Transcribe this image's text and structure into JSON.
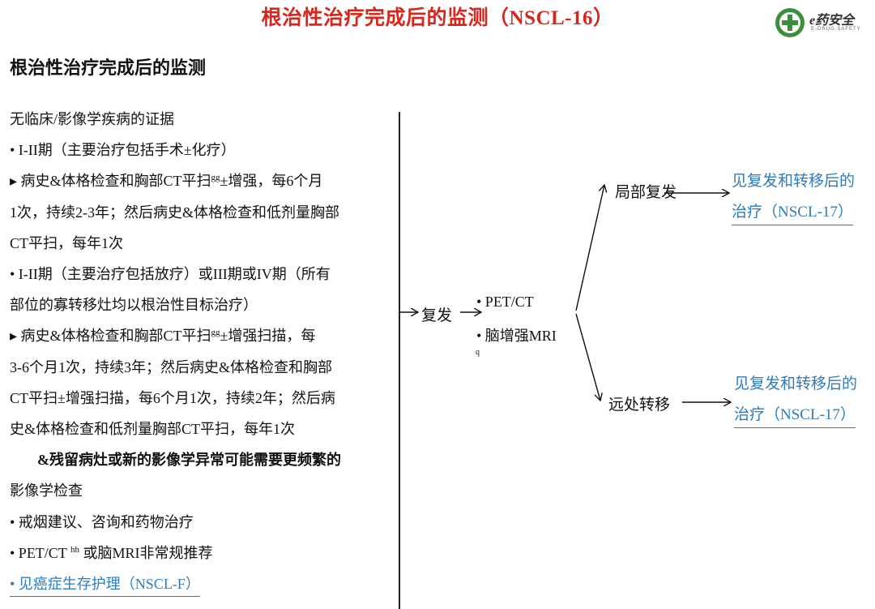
{
  "header": {
    "title": "根治性治疗完成后的监测（NSCL-16）",
    "logo_text": "e药安全",
    "logo_sub": "E-DRUG SAFETY"
  },
  "subtitle": "根治性治疗完成后的监测",
  "left": {
    "line1": "无临床/影像学疾病的证据",
    "line2": "• I-II期（主要治疗包括手术±化疗）",
    "line3a": "▸  病史&体格检查和胸部CT平扫",
    "line3sup": "gg",
    "line3b": "±增强，每6个月",
    "line4": "1次，持续2-3年；然后病史&体格检查和低剂量胸部",
    "line5": "CT平扫，每年1次",
    "line6": "• I-II期（主要治疗包括放疗）或III期或IV期（所有",
    "line7": "部位的寡转移灶均以根治性目标治疗）",
    "line8a": "▸  病史&体格检查和胸部CT平扫",
    "line8sup": "gg",
    "line8b": "±增强扫描，每",
    "line9": "3-6个月1次，持续3年；然后病史&体格检查和胸部",
    "line10": "CT平扫±增强扫描，每6个月1次，持续2年；然后病",
    "line11": "史&体格检查和低剂量胸部CT平扫，每年1次",
    "line12": "&残留病灶或新的影像学异常可能需要更频繁的",
    "line13": "影像学检查",
    "line14": "• 戒烟建议、咨询和药物治疗",
    "line15a": "• PET/CT ",
    "line15sup": "hh",
    "line15b": " 或脑MRI非常规推荐",
    "line16": "• 见癌症生存护理（NSCL-F）"
  },
  "flow": {
    "recurrence": "复发",
    "pet": "• PET/CT",
    "mri": "• 脑增强MRI",
    "mri_sup": "q",
    "local": "局部复发",
    "distant": "远处转移",
    "local_link_1": "见复发和转移后的",
    "local_link_2": "治疗（NSCL-17）",
    "distant_link_1": "见复发和转移后的",
    "distant_link_2": "治疗（NSCL-17）"
  },
  "colors": {
    "title": "#d9261c",
    "link": "#2e7cc0",
    "logo_green": "#3a8f3a"
  }
}
